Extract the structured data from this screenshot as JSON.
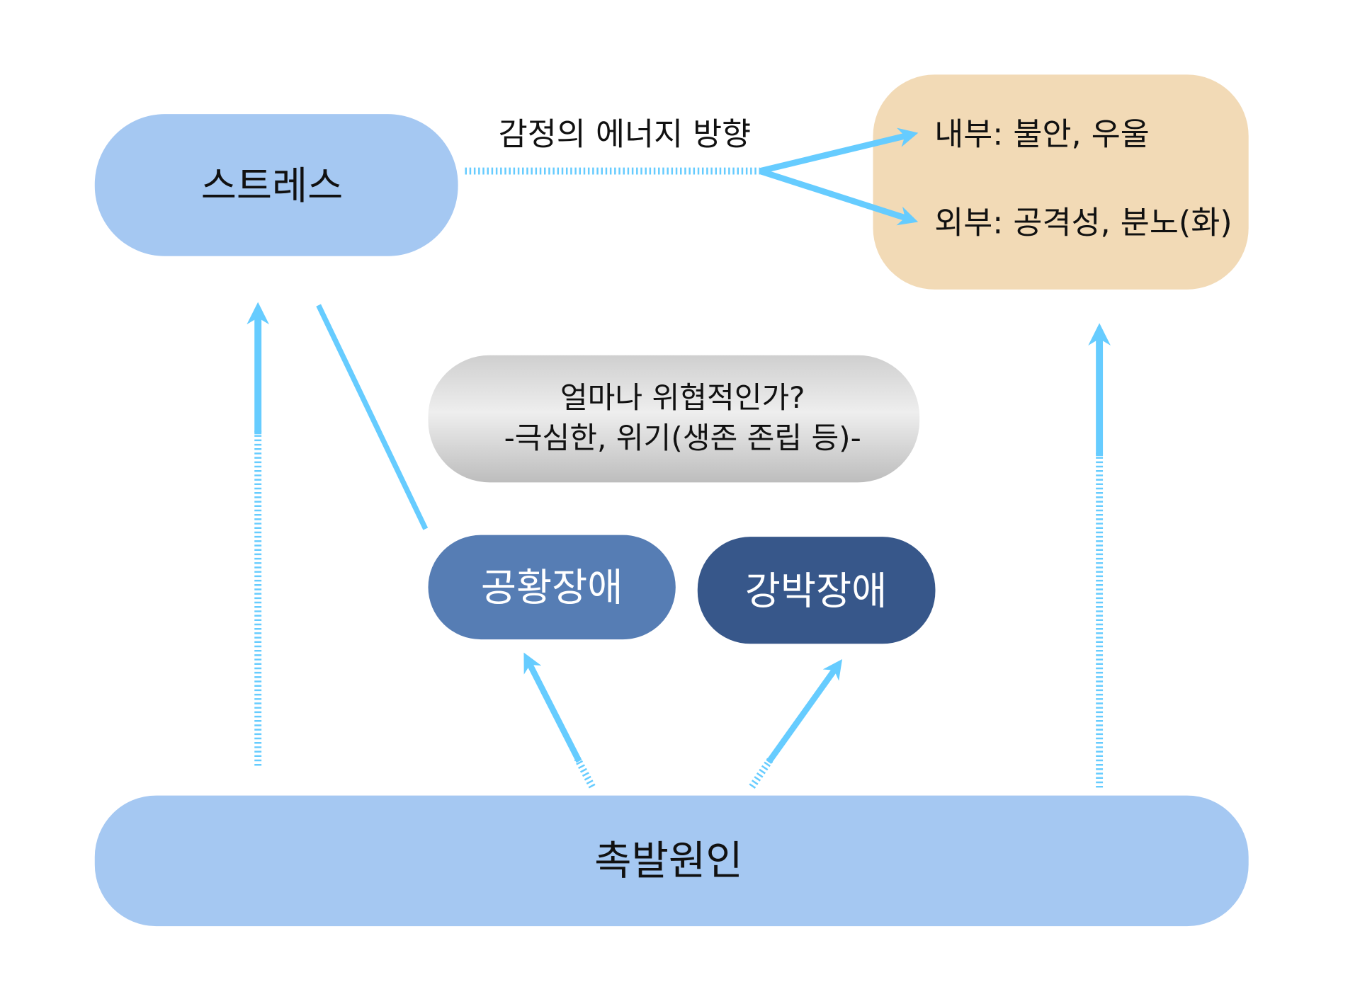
{
  "nodes": {
    "stress": {
      "label": "스트레스",
      "color": "#a5c8f2"
    },
    "energy_label": "감정의 에너지 방향",
    "outcomes": {
      "internal": "내부: 불안, 우울",
      "external": "외부: 공격성, 분노(화)",
      "color": "#f2dab6"
    },
    "threat": {
      "line1": "얼마나 위협적인가?",
      "line2": "-극심한, 위기(생존 존립 등)-"
    },
    "panic": {
      "label": "공황장애",
      "color": "#567db4"
    },
    "ocd": {
      "label": "강박장애",
      "color": "#37578a"
    },
    "trigger": {
      "label": "촉발원인",
      "color": "#a5c8f2"
    }
  },
  "arrow_color": "#66ccff"
}
